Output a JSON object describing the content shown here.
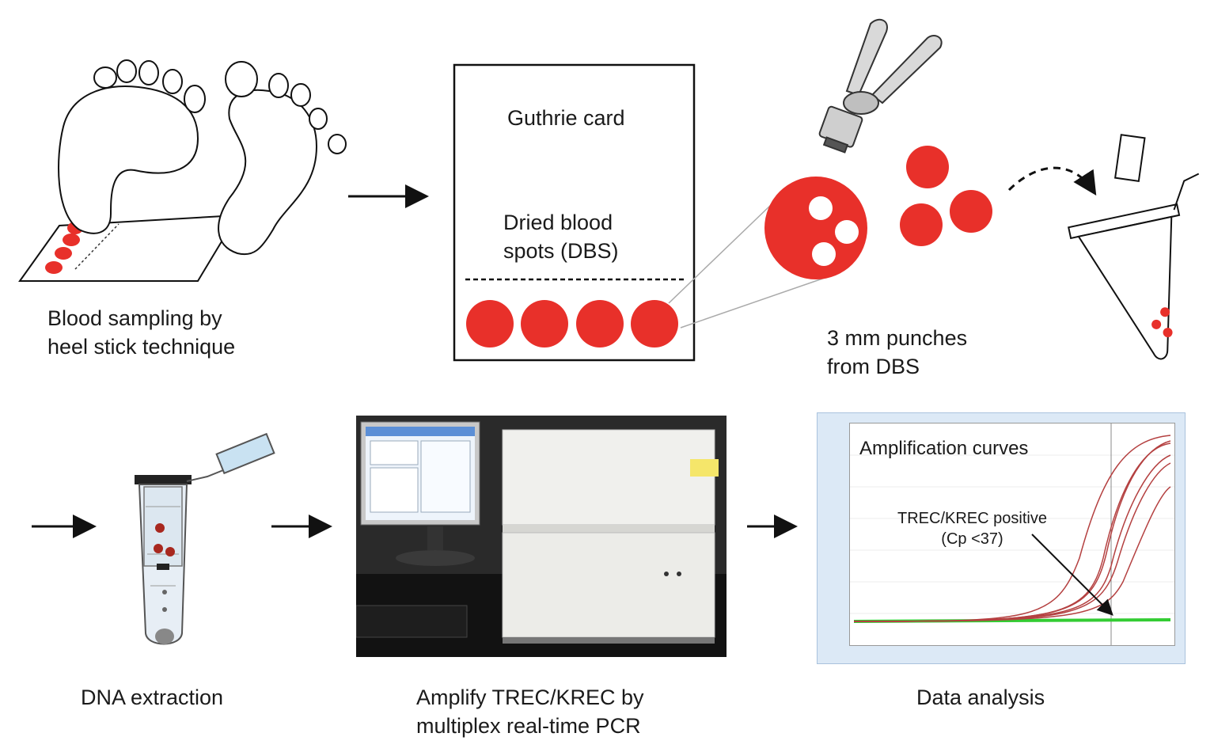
{
  "labels": {
    "heel_line1": "Blood sampling by",
    "heel_line2": "heel stick technique",
    "card_title": "Guthrie card",
    "dbs_line1": "Dried blood",
    "dbs_line2": "spots (DBS)",
    "punch_line1": "3 mm punches",
    "punch_line2": "from DBS",
    "dna": "DNA extraction",
    "pcr_line1": "Amplify TREC/KREC by",
    "pcr_line2": "multiplex real-time PCR",
    "analysis": "Data analysis"
  },
  "chart": {
    "title": "Amplification  curves",
    "annotation_line1": "TREC/KREC positive",
    "annotation_line2": "(Cp <37)"
  },
  "colors": {
    "blood": "#e8302a",
    "curve": "#b44040",
    "baseline": "#33cc33",
    "chart_frame": "#dce9f6"
  },
  "icons": [
    "feet-icon",
    "paper-punch-icon",
    "tube-icon",
    "arrow-right-icon",
    "dashed-curved-arrow-icon"
  ]
}
